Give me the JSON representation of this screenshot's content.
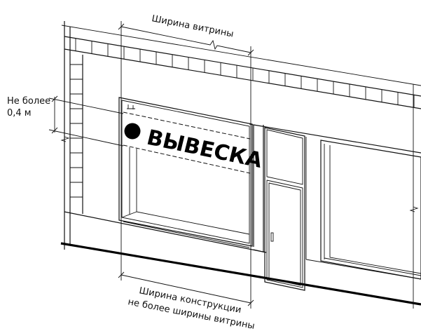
{
  "labels": {
    "showcase_width": "Ширина витрины",
    "max_height_line1": "Не более",
    "max_height_line2": "0,4 м",
    "construction_width_line1": "Ширина конструкции",
    "construction_width_line2": "не более ширины витрины"
  },
  "sign": {
    "text": "ВЫВЕСКА"
  }
}
